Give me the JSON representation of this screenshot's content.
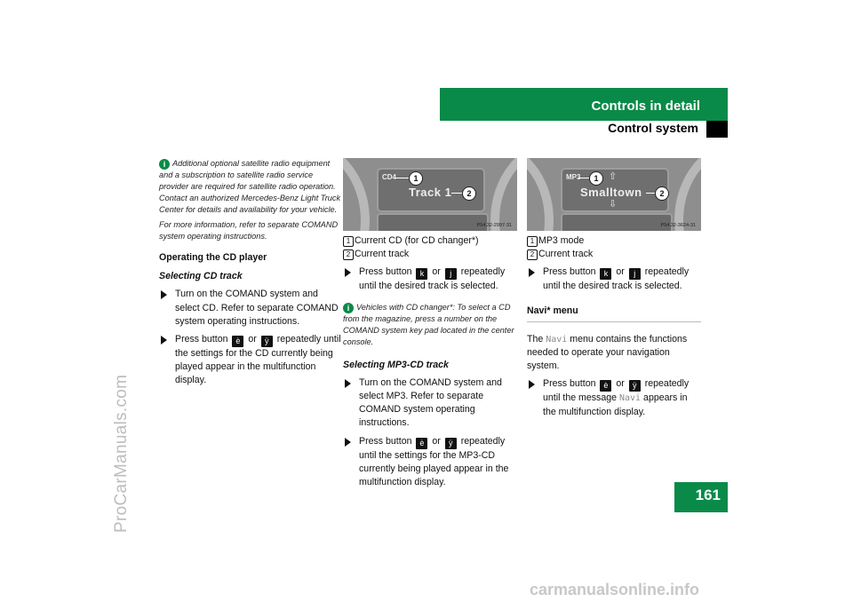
{
  "header": {
    "section": "Controls in detail",
    "subsection": "Control system"
  },
  "page_number": "161",
  "watermarks": {
    "side": "ProCarManuals.com",
    "bottom": "carmanualsonline.info"
  },
  "col1": {
    "info_note": "Additional optional satellite radio equipment and a subscription to satellite radio service provider are required for satellite radio operation. Contact an authorized Mercedes-Benz Light Truck Center for details and availability for your vehicle.",
    "info_note2": "For more information, refer to separate COMAND system operating instructions.",
    "heading": "Operating the CD player",
    "subheading": "Selecting CD track",
    "step1": "Turn on the COMAND system and select CD. Refer to separate COMAND system operating instructions.",
    "step2_a": "Press button",
    "step2_or": "or",
    "step2_b": "repeatedly until the settings for the CD currently being played appear in the multifunction display."
  },
  "col2": {
    "image": {
      "mode": "CD4",
      "track": "Track 1",
      "code": "P54.32-2997-31"
    },
    "label1": "Current CD (for CD changer*)",
    "label2": "Current track",
    "step1_a": "Press button",
    "step1_or": "or",
    "step1_b": "repeatedly until the desired track is selected.",
    "info_note": "Vehicles with CD changer*: To select a CD from the magazine, press a number on the COMAND system key pad located in the center console.",
    "subheading": "Selecting MP3-CD track",
    "step2": "Turn on the COMAND system and select MP3. Refer to separate COMAND system operating instructions.",
    "step3_a": "Press button",
    "step3_or": "or",
    "step3_b": "repeatedly until the settings for the MP3-CD currently being played appear in the multifunction display."
  },
  "col3": {
    "image": {
      "mode": "MP3",
      "track": "Smalltown",
      "code": "P54.32-3624-31"
    },
    "label1": "MP3 mode",
    "label2": "Current track",
    "step1_a": "Press button",
    "step1_or": "or",
    "step1_b": "repeatedly until the desired track is selected.",
    "heading": "Navi* menu",
    "para_a": "The",
    "navi": "Navi",
    "para_b": "menu contains the functions needed to operate your navigation system.",
    "step2_a": "Press button",
    "step2_or": "or",
    "step2_b": "repeatedly until the message",
    "step2_c": "appears in the multifunction display."
  },
  "callouts": {
    "one": "1",
    "two": "2"
  },
  "colors": {
    "accent": "#0a8a48"
  },
  "icons": {
    "info": "info-icon",
    "track_prev": "k",
    "track_next": "j",
    "menu_prev": "è",
    "menu_next": "ÿ"
  }
}
